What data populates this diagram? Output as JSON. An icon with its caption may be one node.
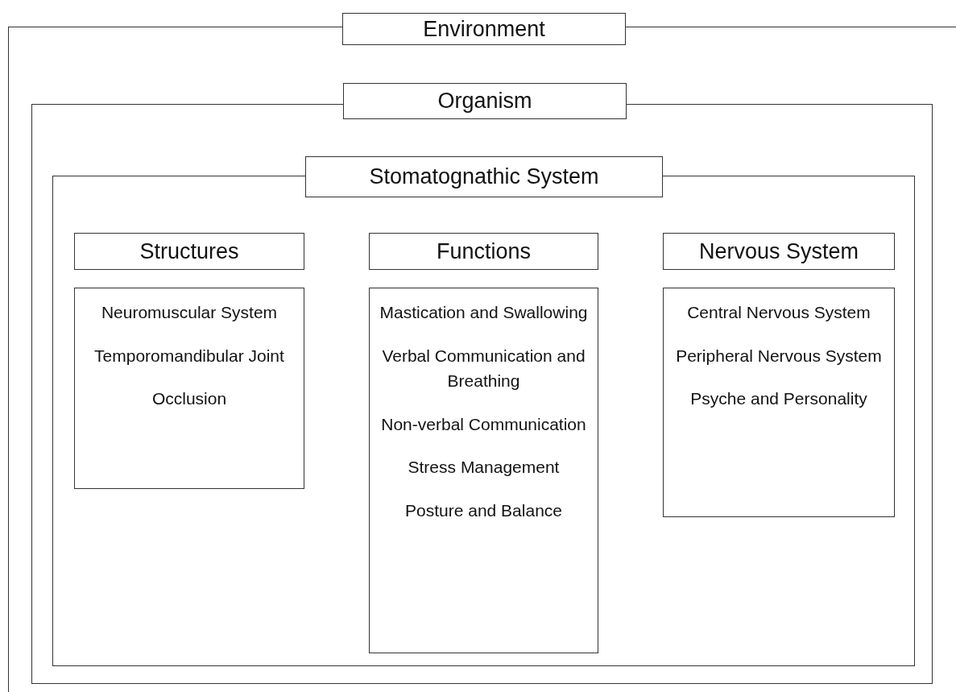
{
  "diagram": {
    "nodes": [
      {
        "text": [
          "Environment"
        ]
      },
      {
        "text": [
          "Organism"
        ],
        "in": 0
      },
      {
        "text": [
          "Stomatognathic System"
        ],
        "in": 1
      },
      {
        "text": [
          "Structures"
        ],
        "in": 2
      },
      {
        "text": [
          "Functions"
        ],
        "in": 2
      },
      {
        "text": [
          "Nervous System"
        ],
        "in": 2
      },
      {
        "text": [
          "Neuromuscular System",
          "Temporomandibular Joint",
          "Occlusion"
        ],
        "in": 2
      },
      {
        "text": [
          "Mastication and Swallowing",
          "Verbal Communication and Breathing",
          "Non-verbal Communication",
          "Stress Management",
          "Posture and Balance"
        ],
        "in": 2
      },
      {
        "text": [
          "Central Nervous System",
          "Peripheral Nervous System",
          "Psyche and Personality"
        ],
        "in": 2
      }
    ]
  }
}
